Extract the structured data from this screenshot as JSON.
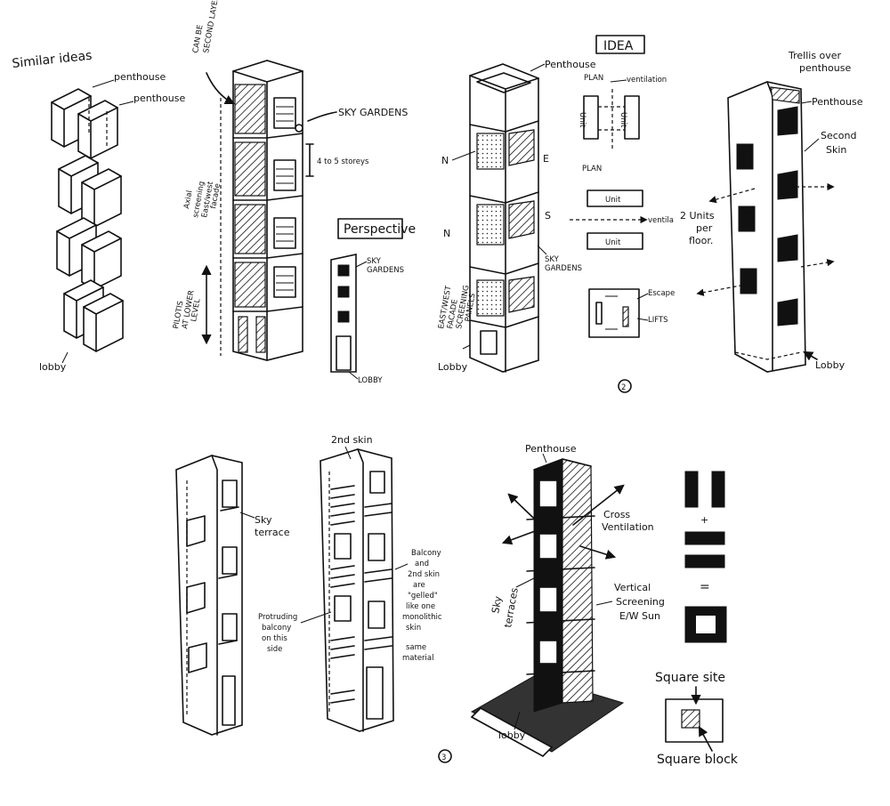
{
  "labels": {
    "similar_ideas": "Similar ideas",
    "penthouse_a": "penthouse",
    "penthouse_b": "penthouse",
    "lobby_1": "lobby",
    "can_be": "CAN BE",
    "second_skin_layer": "SECOND LAYER OF SKIN",
    "sky_gardens_1": "SKY GARDENS",
    "storeys": "4 to 5 storeys",
    "axial_1": "Axial",
    "axial_2": "screening",
    "axial_3": "East/west",
    "axial_4": "facade",
    "pilotis_1": "PILOTIS",
    "pilotis_2": "AT LOWER",
    "pilotis_3": "LEVEL",
    "perspective": "Perspective",
    "sky_gardens_2a": "SKY",
    "sky_gardens_2b": "GARDENS",
    "lobby_2": "LOBBY",
    "idea": "IDEA",
    "penthouse_2": "Penthouse",
    "compass_n1": "N",
    "compass_e": "E",
    "compass_s": "S",
    "compass_n2": "N",
    "sky_gardens_3a": "SKY",
    "sky_gardens_3b": "GARDENS",
    "ew_1": "EAST/WEST",
    "ew_2": "FACADE",
    "ew_3": "SCREENING",
    "ew_4": "PANELS",
    "lobby_3": "Lobby",
    "plan_1": "PLAN",
    "ventilation_1": "ventilation",
    "plan_2": "PLAN",
    "unit_1": "Unit",
    "unit_2": "Unit",
    "unit_3": "Unit",
    "unit_4": "Unit",
    "ventilation_2": "ventila",
    "escape": "Escape",
    "lifts": "LIFTS",
    "num_2": "2",
    "trellis_1": "Trellis over",
    "trellis_2": "penthouse",
    "penthouse_3": "Penthouse",
    "second_skin_1": "Second",
    "second_skin_2": "Skin",
    "units_1": "2 Units",
    "units_2": "per",
    "units_3": "floor.",
    "lobby_4": "Lobby",
    "sky_terrace_1": "Sky",
    "sky_terrace_2": "terrace",
    "second_skin_top": "2nd skin",
    "balcony_1": "Balcony",
    "balcony_2": "and",
    "balcony_3": "2nd skin",
    "balcony_4": "are",
    "balcony_5": "\"gelled\"",
    "balcony_6": "like one",
    "balcony_7": "monolithic",
    "balcony_8": "skin",
    "balcony_9": "same",
    "balcony_10": "material",
    "protruding_1": "Protruding",
    "protruding_2": "balcony",
    "protruding_3": "on this",
    "protruding_4": "side",
    "num_3": "3",
    "penthouse_4": "Penthouse",
    "cross_1": "Cross",
    "cross_2": "Ventilation",
    "sky_terraces_a": "Sky",
    "sky_terraces_b": "terraces",
    "vertical_1": "Vertical",
    "vertical_2": "Screening",
    "vertical_3": "E/W Sun",
    "lobby_5": "lobby",
    "plus": "+",
    "equals": "=",
    "square_site": "Square site",
    "square_block": "Square block"
  }
}
